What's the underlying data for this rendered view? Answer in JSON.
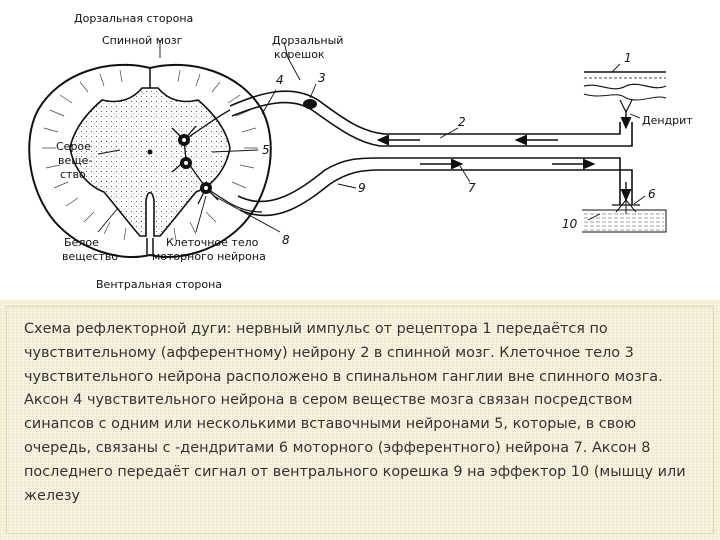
{
  "diagram": {
    "labels": {
      "dorsal_side": "Дорзальная сторона",
      "spinal_cord": "Спинной мозг",
      "dorsal_root_line1": "Дорзальный",
      "dorsal_root_line2": "корешок",
      "grey_matter_line1": "Серое",
      "grey_matter_line2": "веще-",
      "grey_matter_line3": "ство",
      "white_matter_line1": "Белое",
      "white_matter_line2": "вещество",
      "motor_body_line1": "Клеточное тело",
      "motor_body_line2": "моторного нейрона",
      "ventral_side": "Вентральная сторона",
      "dendrite": "Дендрит"
    },
    "numbers": {
      "n1": "1",
      "n2": "2",
      "n3": "3",
      "n4": "4",
      "n5": "5",
      "n6": "6",
      "n7": "7",
      "n8": "8",
      "n9": "9",
      "n10": "10"
    }
  },
  "caption": {
    "text": "Схема рефлекторной дуги: нервный импульс от рецептора 1 передаётся по чувствительному (афферентному) нейрону 2 в спинной мозг. Клеточное тело 3 чувствительного нейрона расположено в спинальном ганглии вне спинного мозга. Аксон 4 чувствительного нейрона в сером веществе мозга связан посредством синапсов с одним или несколькими вставочными нейронами 5, которые, в свою очередь, связаны с -дендритами 6 моторного (эфферентного) нейрона 7. Аксон 8 последнего передаёт сигнал от вентрального корешка 9 на эффектор 10 (мышцу или железу"
  }
}
